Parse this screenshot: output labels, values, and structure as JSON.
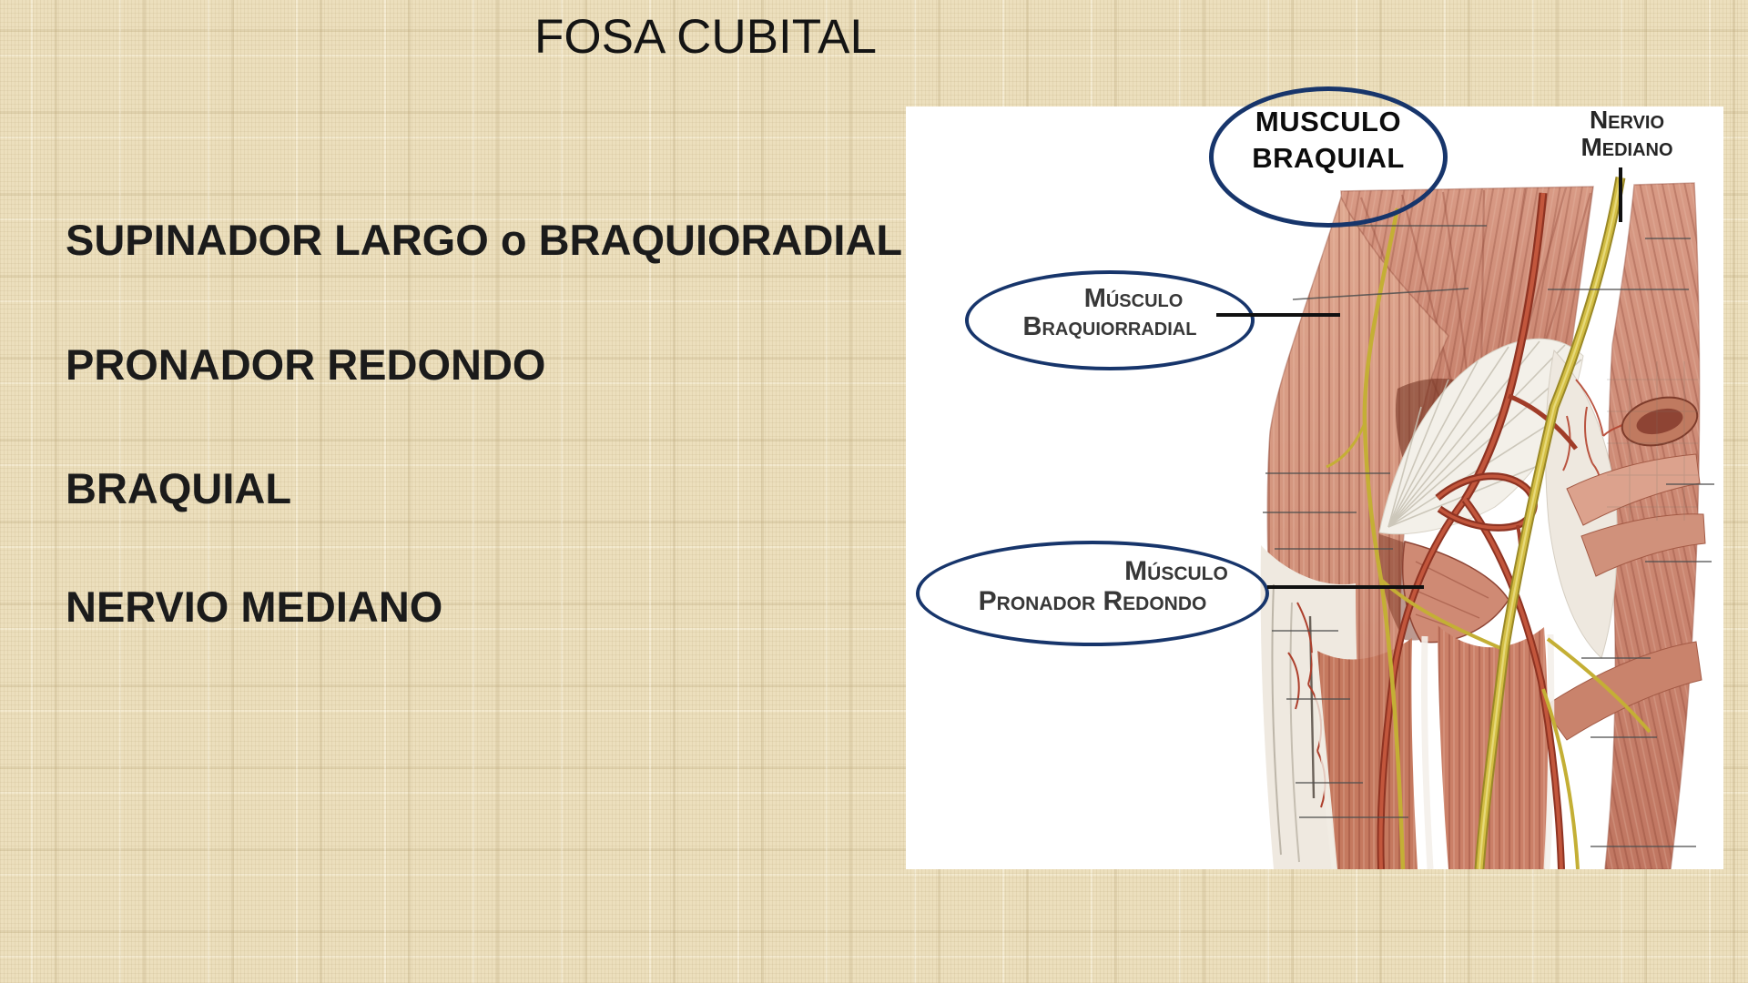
{
  "slide": {
    "title": "FOSA CUBITAL",
    "bullets": [
      "SUPINADOR LARGO o BRAQUIORADIAL",
      "PRONADOR REDONDO",
      "BRAQUIAL",
      "NERVIO MEDIANO"
    ]
  },
  "figure": {
    "callouts": [
      {
        "line1": "MUSCULO",
        "line2": "BRAQUIAL"
      },
      {
        "line1": "Músculo",
        "line2": "Braquiorradial"
      },
      {
        "line1": "Músculo",
        "line2": "Pronador Redondo"
      }
    ],
    "image_labels": [
      {
        "line1": "Nervio",
        "line2": "Mediano"
      }
    ],
    "colors": {
      "ellipse_stroke": "#17356b",
      "muscle_base": "#c87e6a",
      "nerve_yellow": "#d3be44",
      "artery_red": "#a03c28",
      "figure_background": "#ffffff",
      "slide_background": "#ecdfbd"
    }
  }
}
